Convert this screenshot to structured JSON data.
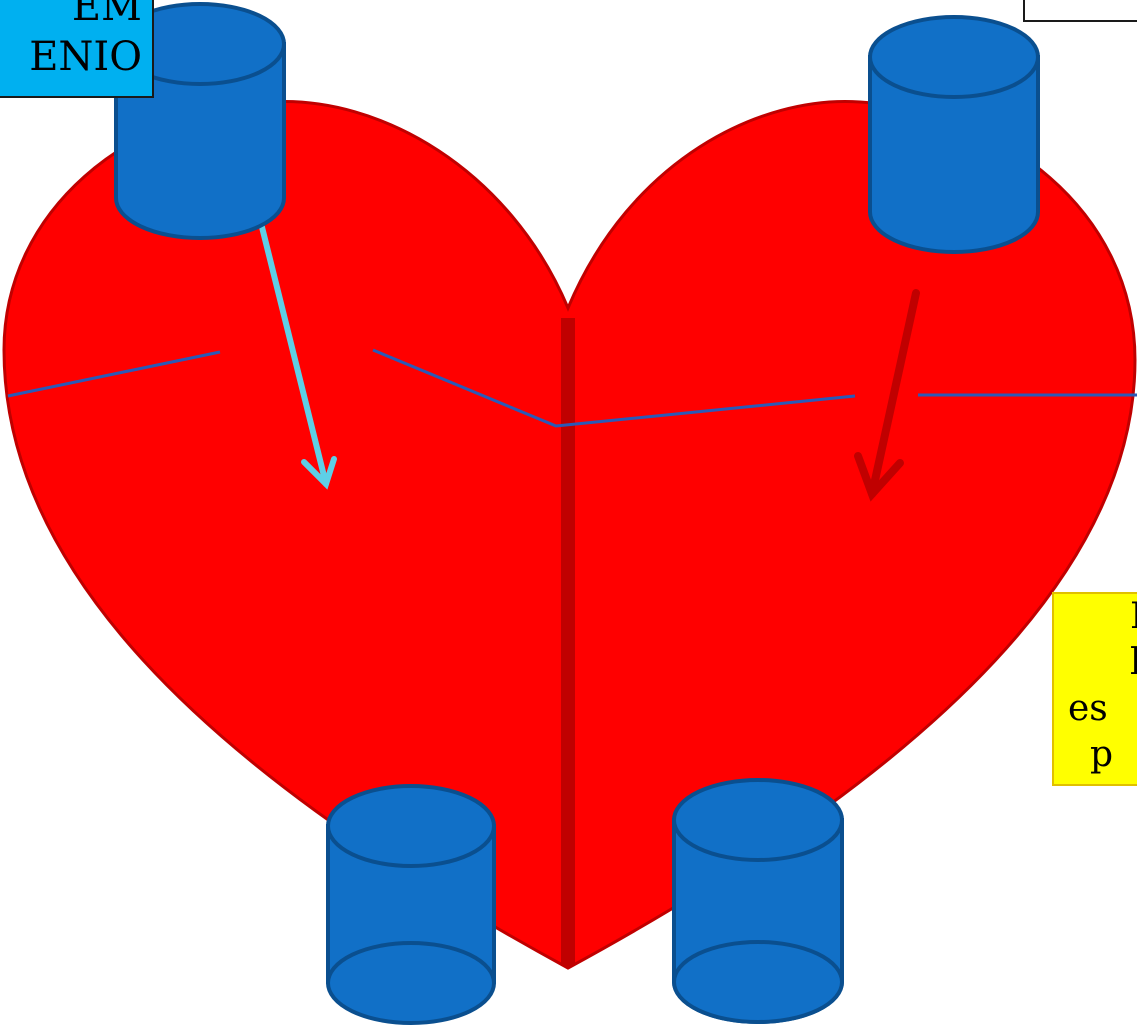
{
  "labels": {
    "top_left": {
      "lines": [
        "EM",
        "ENIO"
      ],
      "background": "#00b0f0"
    },
    "right_side": {
      "lines": [
        "I",
        "l",
        "es",
        "p"
      ],
      "background": "#ffff00"
    }
  },
  "colors": {
    "heart": "#ff0000",
    "heart_outline": "#c00000",
    "septum": "#c00000",
    "vessel": "#1170c7",
    "vessel_outline": "#0a4f8f",
    "divider_line": "#2a5ab8",
    "arrow_left": "#5ecfe6",
    "arrow_right": "#c00000"
  }
}
